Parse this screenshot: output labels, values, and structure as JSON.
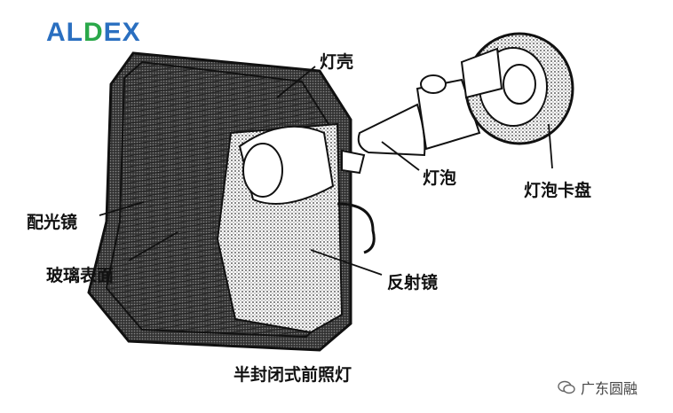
{
  "logo": {
    "part1": "AL",
    "part2": "D",
    "part3": "EX"
  },
  "labels": {
    "housing": "灯壳",
    "bulb": "灯泡",
    "bulb_holder": "灯泡卡盘",
    "lens": "配光镜",
    "glass_surface": "玻璃表面",
    "reflector": "反射镜"
  },
  "caption": "半封闭式前照灯",
  "watermark": "广东圆融",
  "colors": {
    "logo_blue": "#2a6fc0",
    "logo_green": "#2aa84a",
    "ink": "#111111"
  }
}
